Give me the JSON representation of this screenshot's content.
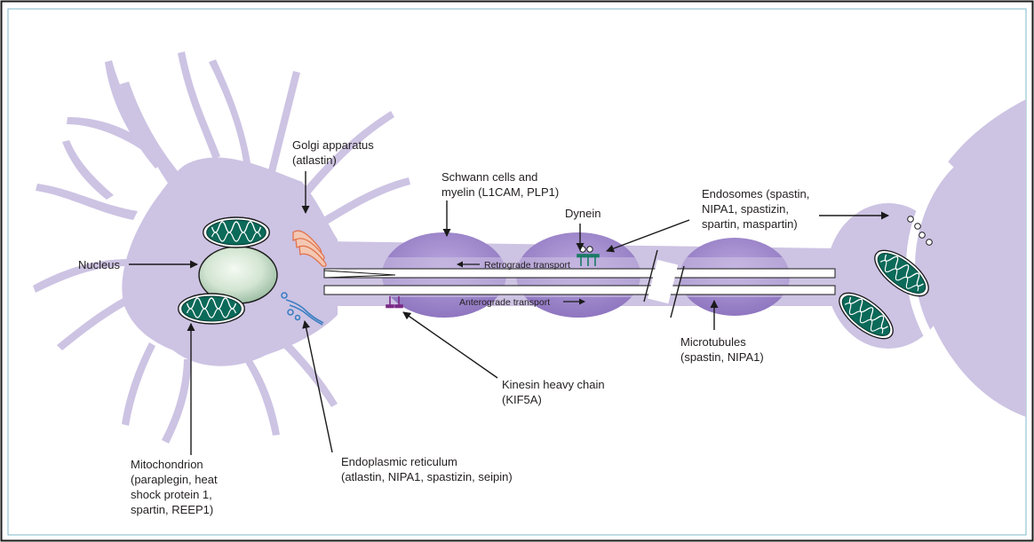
{
  "colors": {
    "border": "#1a1a1a",
    "frame_inner": "#7fb9c9",
    "cytoplasm": "#cdc3e3",
    "myelin": "#9f8bc9",
    "mitochondrion": "#0b6a59",
    "nucleus": "#d6e6d6",
    "golgi": "#e69a7a",
    "er": "#4d8fc9",
    "arrow": "#1a1a1a"
  },
  "labels": {
    "golgi": "Golgi apparatus\n(atlastin)",
    "schwann": "Schwann cells and\nmyelin (L1CAM, PLP1)",
    "dynein": "Dynein",
    "endosomes": "Endosomes (spastin,\nNIPA1, spastizin,\nspartin, maspartin)",
    "nucleus": "Nucleus",
    "retrograde": "Retrograde transport",
    "anterograde": "Anterograde transport",
    "microtubules": "Microtubules\n(spastin, NIPA1)",
    "kinesin": "Kinesin heavy chain\n(KIF5A)",
    "mitochondrion": "Mitochondrion\n(paraplegin, heat\nshock protein 1,\nspartin, REEP1)",
    "er": "Endoplasmic reticulum\n(atlastin, NIPA1, spastizin, seipin)"
  }
}
